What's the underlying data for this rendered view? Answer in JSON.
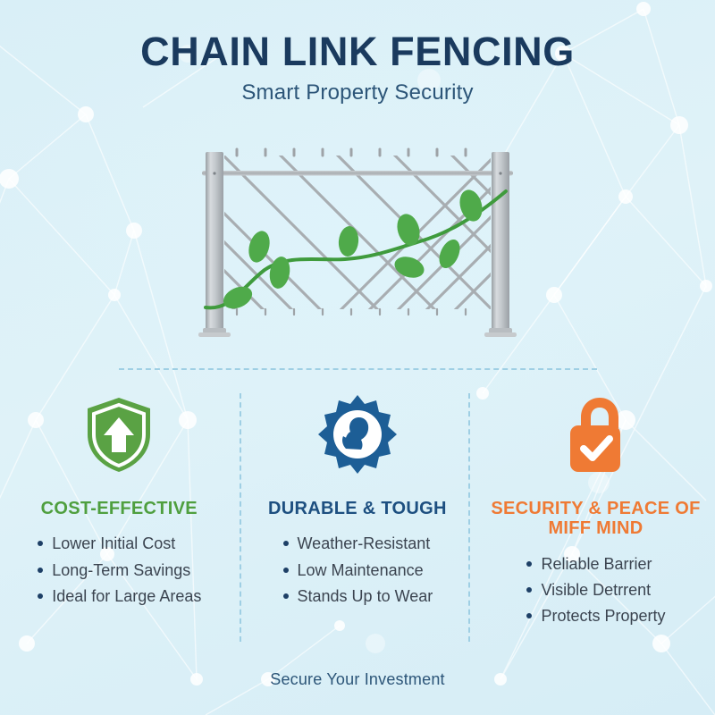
{
  "header": {
    "title": "CHAIN LINK FENCING",
    "subtitle": "Smart Property Security"
  },
  "illustration": {
    "name": "chain-link-fence-with-vine",
    "post_color": "#b3b8bc",
    "mesh_color": "#a8adb1",
    "leaf_color": "#4faa4a",
    "vine_color": "#3f9b3d"
  },
  "columns": [
    {
      "icon": "shield-up-arrow-icon",
      "icon_color": "#5aa244",
      "heading": "COST-EFFECTIVE",
      "heading_color": "#4f9f3f",
      "items": [
        "Lower Initial Cost",
        "Long-Term Savings",
        "Ideal for Large Areas"
      ]
    },
    {
      "icon": "gear-muscle-arm-icon",
      "icon_color": "#1d5e96",
      "heading": "DURABLE & TOUGH",
      "heading_color": "#1d4f80",
      "items": [
        "Weather-Resistant",
        "Low Maintenance",
        "Stands Up to Wear"
      ]
    },
    {
      "icon": "padlock-check-icon",
      "icon_color": "#ef7a34",
      "heading": "SECURITY & PEACE OF MIFF MIND",
      "heading_color": "#ef7a34",
      "items": [
        "Reliable Barrier",
        "Visible Detrrent",
        "Protects Property"
      ]
    }
  ],
  "footer": {
    "tagline": "Secure Your Investment"
  },
  "theme": {
    "background": "#daf0f7",
    "title_color": "#1a3a5e",
    "subtitle_color": "#2c5578",
    "bullet_color": "#1d3f66",
    "body_text_color": "#3b4450",
    "divider_color": "#9fcfe4"
  }
}
